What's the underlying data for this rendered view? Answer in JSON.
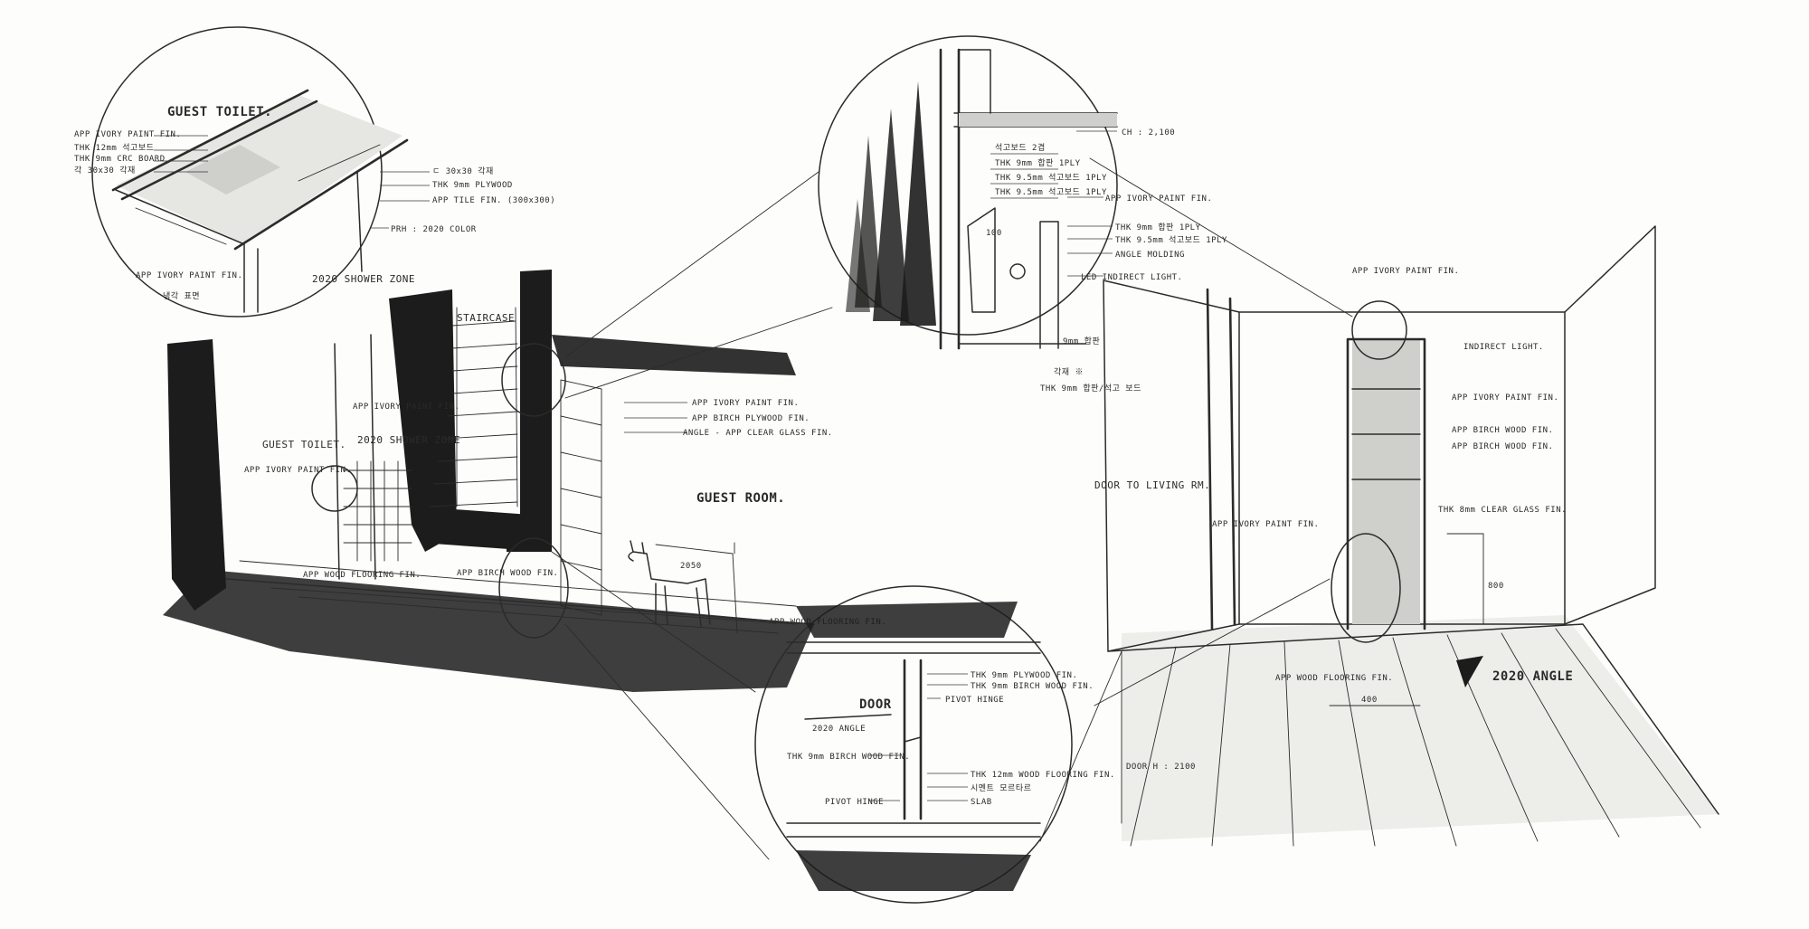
{
  "labels": {
    "guest_toilet_title": "GUEST TOILET.",
    "spec_ivory_paint": "APP IVORY PAINT FIN.",
    "spec_thk_board": "THK 12mm 석고보드",
    "spec_thk_9mm": "THK 9mm CRC BOARD",
    "spec_misc": "각 30x30 각재",
    "spec_d30": "ㄷ 30x30 각재",
    "spec_plywood": "THK 9mm PLYWOOD",
    "spec_tile": "APP TILE FIN. (300x300)",
    "spec_color": "PRH : 2020 COLOR",
    "spec_ivory_paint_fn": "APP IVORY PAINT FIN.",
    "spec_partition": "냉각 표면",
    "shower_zone_inset": "2020 SHOWER ZONE",
    "staircase": "STAIRCASE",
    "stair_ivory": "APP IVORY PAINT FIN.",
    "stair_birch": "APP BIRCH PLYWOOD FIN.",
    "stair_glass": "ANGLE - APP CLEAR GLASS FIN.",
    "guest_toilet_side": "GUEST TOILET.",
    "toilet_paint": "APP IVORY PAINT FIN.",
    "shower_zone_side": "2020 SHOWER ZONE",
    "wood_fin_a": "APP WOOD FLOORING FIN.",
    "birch_fin": "APP BIRCH WOOD FIN.",
    "guest_room": "GUEST ROOM.",
    "wood_flooring": "APP WOOD FLOORING FIN.",
    "ceiling_ch": "CH : 2,100",
    "light_1": "석고보드 2겹",
    "light_2": "THK 9mm 합판 1PLY",
    "light_3": "THK 9.5mm 석고보드 1PLY",
    "light_ivory": "APP IVORY PAINT FIN.",
    "light_thk_a": "THK 9mm 합판 1PLY",
    "light_thk_b": "THK 9.5mm 석고보드 1PLY",
    "angle_molding": "ANGLE MOLDING",
    "led_light": "LED INDIRECT LIGHT.",
    "dim_100": "100",
    "dim_9mm": "9mm 합판",
    "light_misc1": "각재 ※",
    "light_misc2": "THK 9mm 합판/석고 보드",
    "ceiling_ivory": "APP IVORY PAINT FIN.",
    "indirect_light": "INDIRECT LIGHT.",
    "room_ivory": "APP IVORY PAINT FIN.",
    "birch_1": "APP BIRCH WOOD FIN.",
    "birch_2": "APP BIRCH WOOD FIN.",
    "door_to_living": "DOOR TO LIVING RM.",
    "wall_ivory": "APP IVORY PAINT FIN.",
    "glass_fin": "THK 8mm CLEAR GLASS FIN.",
    "dim_800": "800",
    "floor_wood": "APP WOOD FLOORING FIN.",
    "angle_2020": "2020 ANGLE",
    "dim_400": "400",
    "door_height": "DOOR H : 2100",
    "door_label": "DOOR",
    "door_angle": "2020 ANGLE",
    "door_plywood": "THK 9mm PLYWOOD FIN.",
    "door_birch": "THK 9mm BIRCH WOOD FIN.",
    "door_hinge": "PIVOT HINGE",
    "door_birch2": "THK 9mm BIRCH WOOD FIN.",
    "door_floor": "THK 12mm WOOD FLOORING FIN.",
    "door_mortar": "시멘트 모르타르",
    "door_slab": "SLAB",
    "door_pivot": "PIVOT HINGE",
    "dim_2050": "2050"
  },
  "colors": {
    "ink": "#2b2b2b",
    "charcoal": "#1c1c1c",
    "wash": "#cfcfcb"
  }
}
